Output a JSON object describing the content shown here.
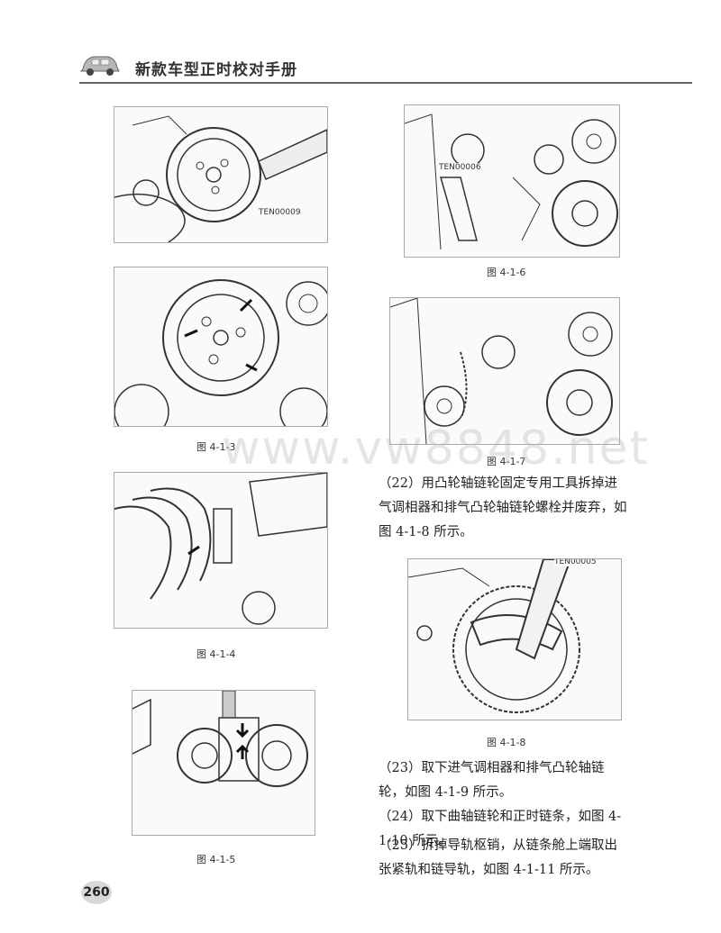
{
  "header": {
    "title": "新款车型正时校对手册",
    "icon": "car-icon"
  },
  "watermark": "www.vw8848.net",
  "figures": [
    {
      "id": "fig-4-1-3a",
      "tag": "TEN00009",
      "caption": ""
    },
    {
      "id": "fig-4-1-3b",
      "tag": "",
      "caption": "图 4-1-3"
    },
    {
      "id": "fig-4-1-4",
      "tag": "",
      "caption": "图 4-1-4"
    },
    {
      "id": "fig-4-1-5",
      "tag": "",
      "caption": "图 4-1-5"
    },
    {
      "id": "fig-4-1-6",
      "tag": "TEN00006",
      "caption": "图 4-1-6"
    },
    {
      "id": "fig-4-1-7",
      "tag": "",
      "caption": "图 4-1-7"
    },
    {
      "id": "fig-4-1-8",
      "tag": "TEN00005",
      "caption": "图 4-1-8"
    }
  ],
  "paragraphs": {
    "p22": "（22）用凸轮轴链轮固定专用工具拆掉进气调相器和排气凸轮轴链轮螺栓并废弃，如图 4-1-8 所示。",
    "p23": "（23）取下进气调相器和排气凸轮轴链轮，如图 4-1-9 所示。",
    "p24": "（24）取下曲轴链轮和正时链条，如图 4-1-10 所示。",
    "p25": "（25）拆掉导轨枢销，从链条舱上端取出张紧轨和链导轨，如图 4-1-11 所示。"
  },
  "page_number": "260"
}
